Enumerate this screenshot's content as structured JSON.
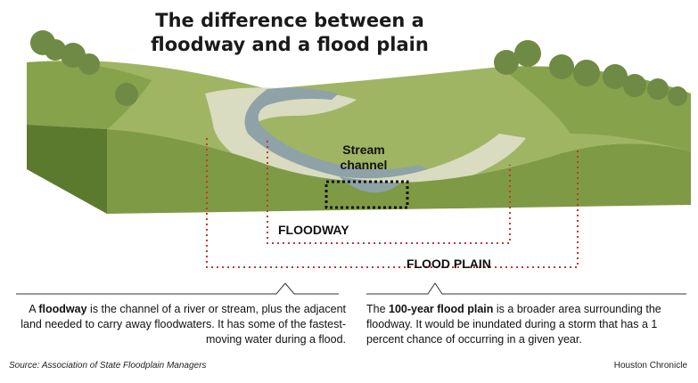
{
  "title": {
    "line1": "The difference between a",
    "line2": "floodway and a flood plain"
  },
  "labels": {
    "stream_channel_line1": "Stream",
    "stream_channel_line2": "channel",
    "floodway": "FLOODWAY",
    "flood_plain": "FLOOD PLAIN"
  },
  "captions": {
    "floodway": {
      "prefix": "A ",
      "term": "floodway",
      "text": " is the channel of a river or stream, plus the adjacent land needed to carry away floodwaters. It has some of the fastest-moving water during a flood."
    },
    "flood_plain": {
      "prefix": "The ",
      "term": "100-year flood plain",
      "text": " is a broader area surrounding the floodway. It would be inundated during a storm that has a 1 percent chance of occurring in a given year."
    }
  },
  "source": "Source: Association of State Floodplain Managers",
  "credit": "Houston Chronicle",
  "colors": {
    "grass_top": "#9fb563",
    "grass_dark": "#6f8f3a",
    "terrain_front": "#7f9a45",
    "terrain_side": "#5c7a2e",
    "floodway_band": "#d9dcc0",
    "river": "#8ea2a8",
    "tree": "#6f8a44",
    "dotted_line": "#c0392b"
  }
}
